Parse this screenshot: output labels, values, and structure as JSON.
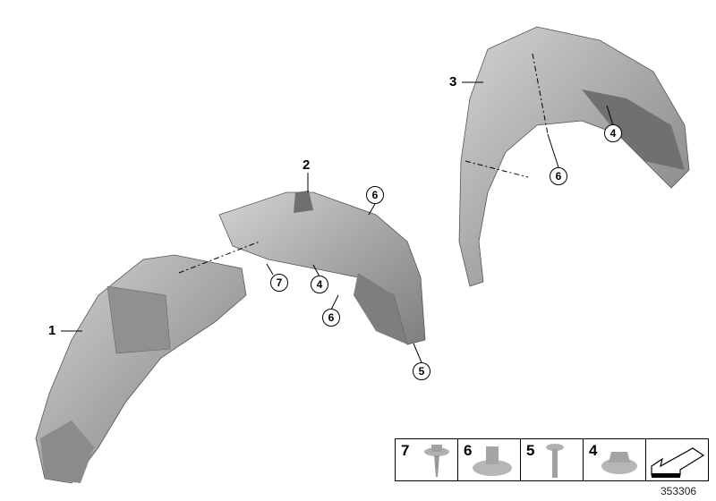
{
  "diagram": {
    "part_labels": [
      "1",
      "2",
      "3"
    ],
    "callouts": {
      "c6_top": "6",
      "c7": "7",
      "c4_mid": "4",
      "c6_mid": "6",
      "c5": "5",
      "c4_right": "4",
      "c6_right": "6"
    },
    "legend": [
      {
        "number": "7",
        "icon": "screw-with-washer"
      },
      {
        "number": "6",
        "icon": "flange-nut"
      },
      {
        "number": "5",
        "icon": "expanding-rivet"
      },
      {
        "number": "4",
        "icon": "hex-nut-with-washer"
      },
      {
        "number": "",
        "icon": "direction-arrow"
      }
    ],
    "diagram_number": "353306",
    "colors": {
      "part_fill": "#a9aaac",
      "part_shade": "#7d7e80",
      "part_light": "#cfd0d2"
    }
  }
}
